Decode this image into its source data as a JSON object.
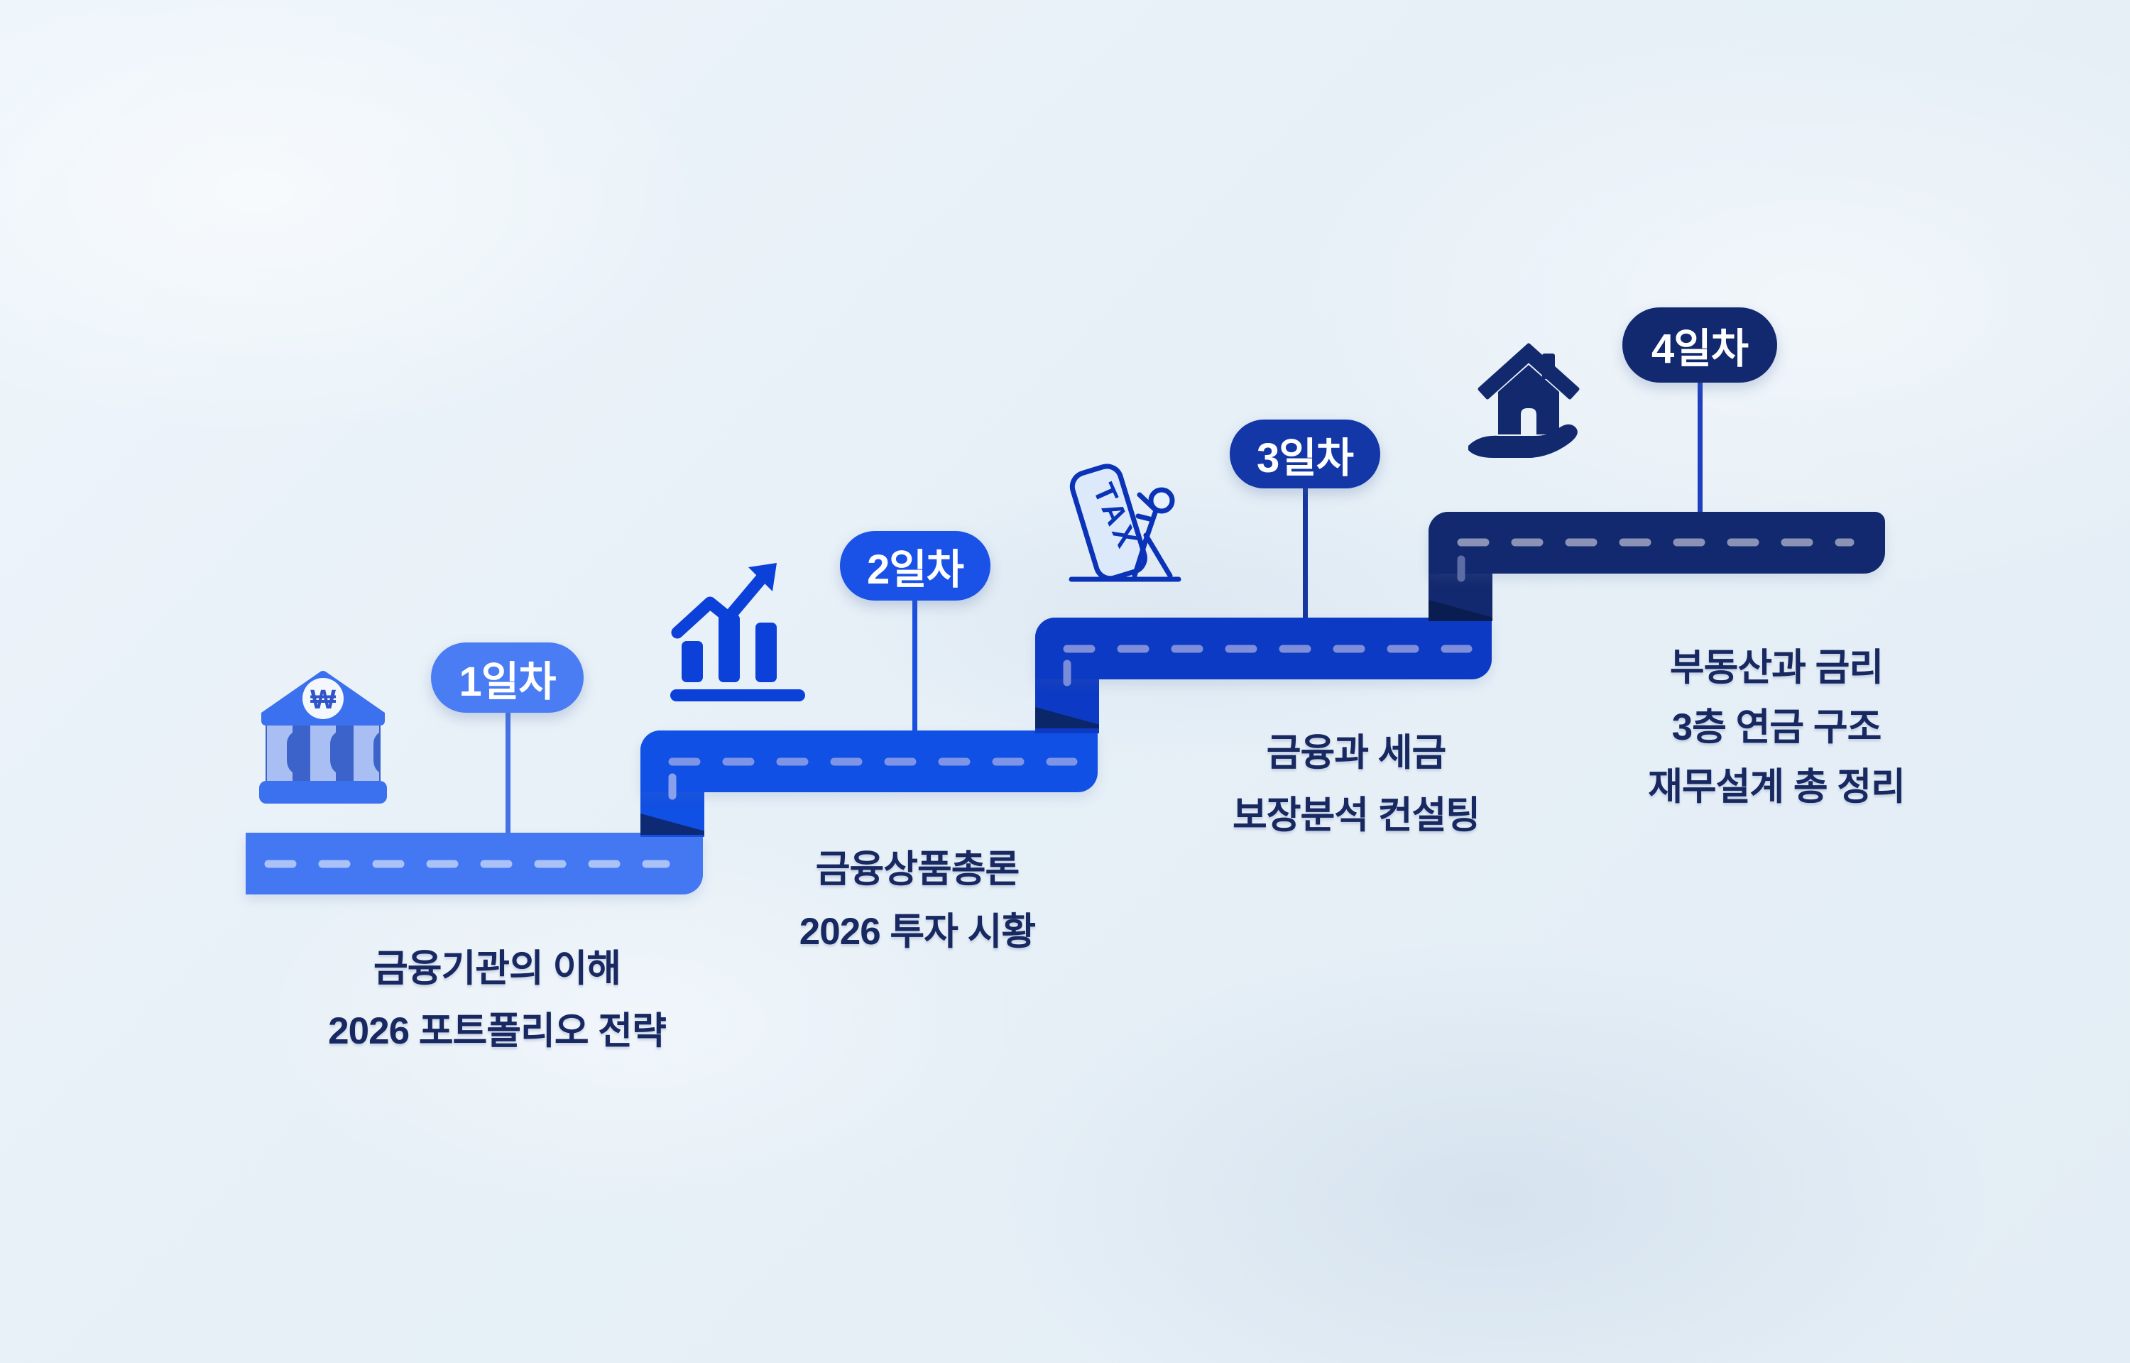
{
  "infographic": {
    "type": "4-step staircase curriculum roadmap",
    "language": "Korean",
    "tax_sign_label": "TAX",
    "bank_currency_symbol": "₩",
    "steps": [
      {
        "badge": "1일차",
        "icon": "bank-won-icon",
        "lines": [
          "금융기관의 이해",
          "2026 포트폴리오 전략"
        ]
      },
      {
        "badge": "2일차",
        "icon": "growth-bar-chart-icon",
        "lines": [
          "금융상품총론",
          "2026 투자 시황"
        ]
      },
      {
        "badge": "3일차",
        "icon": "person-pushing-tax-icon",
        "lines": [
          "금융과 세금",
          "보장분석 컨설팅"
        ]
      },
      {
        "badge": "4일차",
        "icon": "house-on-hand-icon",
        "lines": [
          "부동산과 금리",
          "3층 연금 구조",
          "재무설계 총 정리"
        ]
      }
    ],
    "colors": {
      "background": "#e9f1f8",
      "text": "#182860",
      "step1": {
        "bar": "#4478f3",
        "badge": "#4a7cf3",
        "stem": "#4573e6",
        "dash": "#aac2f8"
      },
      "step2": {
        "bar": "#1150e4",
        "badge": "#1a52e8",
        "stem": "#1a4fdf",
        "dash": "#7e94e6",
        "fold_shadow": "#0e2a74"
      },
      "step3": {
        "bar": "#0c3ac4",
        "badge": "#1437a8",
        "stem": "#15379f",
        "dash": "#7a8cd8",
        "fold_shadow": "#0b2769"
      },
      "step4": {
        "bar": "#13296f",
        "badge": "#12296f",
        "stem": "#1e40c0",
        "dash": "#8a93b5",
        "fold_shadow": "#0a1d50"
      }
    }
  }
}
